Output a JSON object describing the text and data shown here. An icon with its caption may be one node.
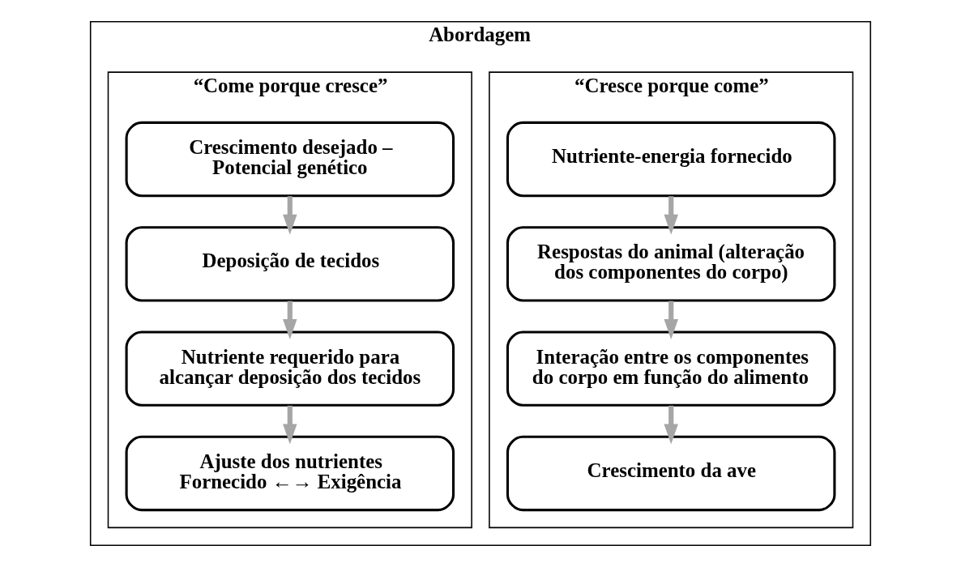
{
  "diagram": {
    "nodes": [
      {
        "text": [
          "Abordagem"
        ]
      },
      {
        "text": [
          "“Cresce porque come”"
        ],
        "in": 0
      },
      {
        "text": [
          "Nutriente-energia fornecido"
        ],
        "in": 1
      },
      {
        "text": [
          "Respostas do animal (alteração dos componentes do corpo)"
        ],
        "in": 1
      },
      {
        "text": [
          "Interação entre os componentes do corpo em função do alimento"
        ],
        "in": 1
      },
      {
        "text": [
          "Crescimento da ave"
        ],
        "in": 1
      },
      {
        "text": [
          "“Come porque cresce”"
        ],
        "in": 0
      },
      {
        "text": [
          "Crescimento desejado – Potencial genético"
        ],
        "in": 6
      },
      {
        "text": [
          "Deposição de tecidos"
        ],
        "in": 6
      },
      {
        "text": [
          "Nutriente requerido para alcançar deposição dos tecidos"
        ],
        "in": 6
      },
      {
        "text": [
          "Ajuste dos nutrientes Fornecido ←→ Exigência"
        ],
        "in": 6
      }
    ],
    "edges": [
      {
        "from": 2,
        "to": 3,
        "arrow": "to"
      },
      {
        "from": 3,
        "to": 4,
        "arrow": "to"
      },
      {
        "from": 4,
        "to": 5,
        "arrow": "to"
      },
      {
        "from": 7,
        "to": 8,
        "arrow": "to"
      },
      {
        "from": 8,
        "to": 9,
        "arrow": "to"
      },
      {
        "from": 9,
        "to": 10,
        "arrow": "to"
      }
    ]
  }
}
